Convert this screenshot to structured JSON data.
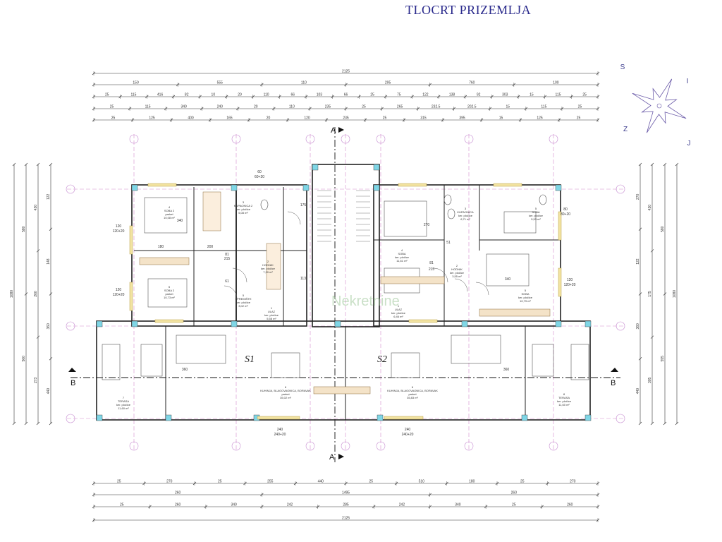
{
  "title": "TLOCRT PRIZEMLJA",
  "compass": {
    "n": "S",
    "e": "I",
    "s": "J",
    "w": "Z"
  },
  "sections": {
    "a_top": "A",
    "a_bottom": "A",
    "b_left": "B",
    "b_right": "B"
  },
  "units": {
    "s1": "S1",
    "s2": "S2"
  },
  "watermark": "Nekretnine",
  "dims_top": {
    "total": "2125",
    "row2": [
      "150",
      "555",
      "110",
      "295",
      "760",
      "100"
    ],
    "row3": [
      "25",
      "115",
      "416",
      "82",
      "10",
      "20",
      "110",
      "66",
      "103",
      "66",
      "25",
      "75",
      "122",
      "138",
      "92",
      "303",
      "15",
      "115",
      "25"
    ],
    "row4": [
      "25",
      "115",
      "340",
      "240",
      "20",
      "110",
      "235",
      "25",
      "265",
      "232.5",
      "202.5",
      "15",
      "115",
      "25"
    ],
    "row5": [
      "25",
      "125",
      "400",
      "165",
      "20",
      "120",
      "235",
      "25",
      "315",
      "395",
      "15",
      "125",
      "25"
    ]
  },
  "dims_bottom": {
    "row1": [
      "25",
      "270",
      "25",
      "255",
      "440",
      "25",
      "510",
      "180",
      "25",
      "270"
    ],
    "row2": [
      "260",
      "1495",
      "260"
    ],
    "row3": [
      "25",
      "260",
      "340",
      "242",
      "285",
      "242",
      "340",
      "25",
      "260"
    ],
    "total": "2125"
  },
  "dims_left": [
    "1080",
    "580",
    "500",
    "430",
    "260",
    "273",
    "122",
    "148",
    "360",
    "440"
  ],
  "dims_right": [
    "1080",
    "580",
    "555",
    "430",
    "175",
    "305",
    "270",
    "122",
    "360",
    "440"
  ],
  "openings": [
    "120\n120+20",
    "120\n120+20",
    "120\n120+20",
    "80\n80+20",
    "60\n60+20",
    "240\n240+20",
    "240\n240+20"
  ],
  "interior_dims": [
    "340",
    "180",
    "200",
    "215",
    "215",
    "270",
    "340",
    "61",
    "81",
    "81",
    "51",
    "175",
    "113",
    "360",
    "360"
  ],
  "rooms": [
    {
      "id": "r4",
      "num": "4",
      "name": "SOBA 2",
      "floor": "parket",
      "area": "10,08 m²"
    },
    {
      "id": "r3",
      "num": "3",
      "name": "KUPAONICA 2",
      "floor": "ker. pločice",
      "area": "5,08 m²"
    },
    {
      "id": "r5",
      "num": "5",
      "name": "SOBA 2",
      "floor": "parket",
      "area": "10,73 m²"
    },
    {
      "id": "r2",
      "num": "2",
      "name": "HODNIK",
      "floor": "ker. pločice",
      "area": "7,30 m²"
    },
    {
      "id": "r1",
      "num": "1",
      "name": "ULAZ",
      "floor": "ker. pločice",
      "area": "5,58 m²"
    },
    {
      "id": "rs",
      "num": "5",
      "name": "SPREMIŠTE",
      "floor": "ker. pločice",
      "area": "3,02 m²"
    },
    {
      "id": "r6",
      "num": "6",
      "name": "KUHINJA, BLAGOVAONICA, BORAVAK",
      "floor": "parket",
      "area": "35,02 m²"
    },
    {
      "id": "r7",
      "num": "7",
      "name": "TERASA",
      "floor": "ker. pločice",
      "area": "11,60 m²"
    },
    {
      "id": "r4b",
      "num": "4",
      "name": "SOBA",
      "floor": "ker. pločice",
      "area": "11,61 m²"
    },
    {
      "id": "r3b",
      "num": "3",
      "name": "KUPAONICA",
      "floor": "ker. pločice",
      "area": "6,71 m²"
    },
    {
      "id": "r5b",
      "num": "5",
      "name": "SOBA",
      "floor": "ker. pločice",
      "area": "5,53 m²"
    },
    {
      "id": "r2b",
      "num": "2",
      "name": "HODNIK",
      "floor": "ker. pločice",
      "area": "3,55 m²"
    },
    {
      "id": "r5c",
      "num": "5",
      "name": "SOBA",
      "floor": "ker. pločice",
      "area": "10,79 m²"
    },
    {
      "id": "r1b",
      "num": "1",
      "name": "ULAZ",
      "floor": "ker. pločice",
      "area": "6,46 m²"
    },
    {
      "id": "r6b",
      "num": "6",
      "name": "KUHINJA, BLAGOVAONICA, BORAVAK",
      "floor": "parket",
      "area": "35,83 m²"
    },
    {
      "id": "r8b",
      "num": "8",
      "name": "TERASA",
      "floor": "ker. pločice",
      "area": "11,60 m²"
    }
  ]
}
